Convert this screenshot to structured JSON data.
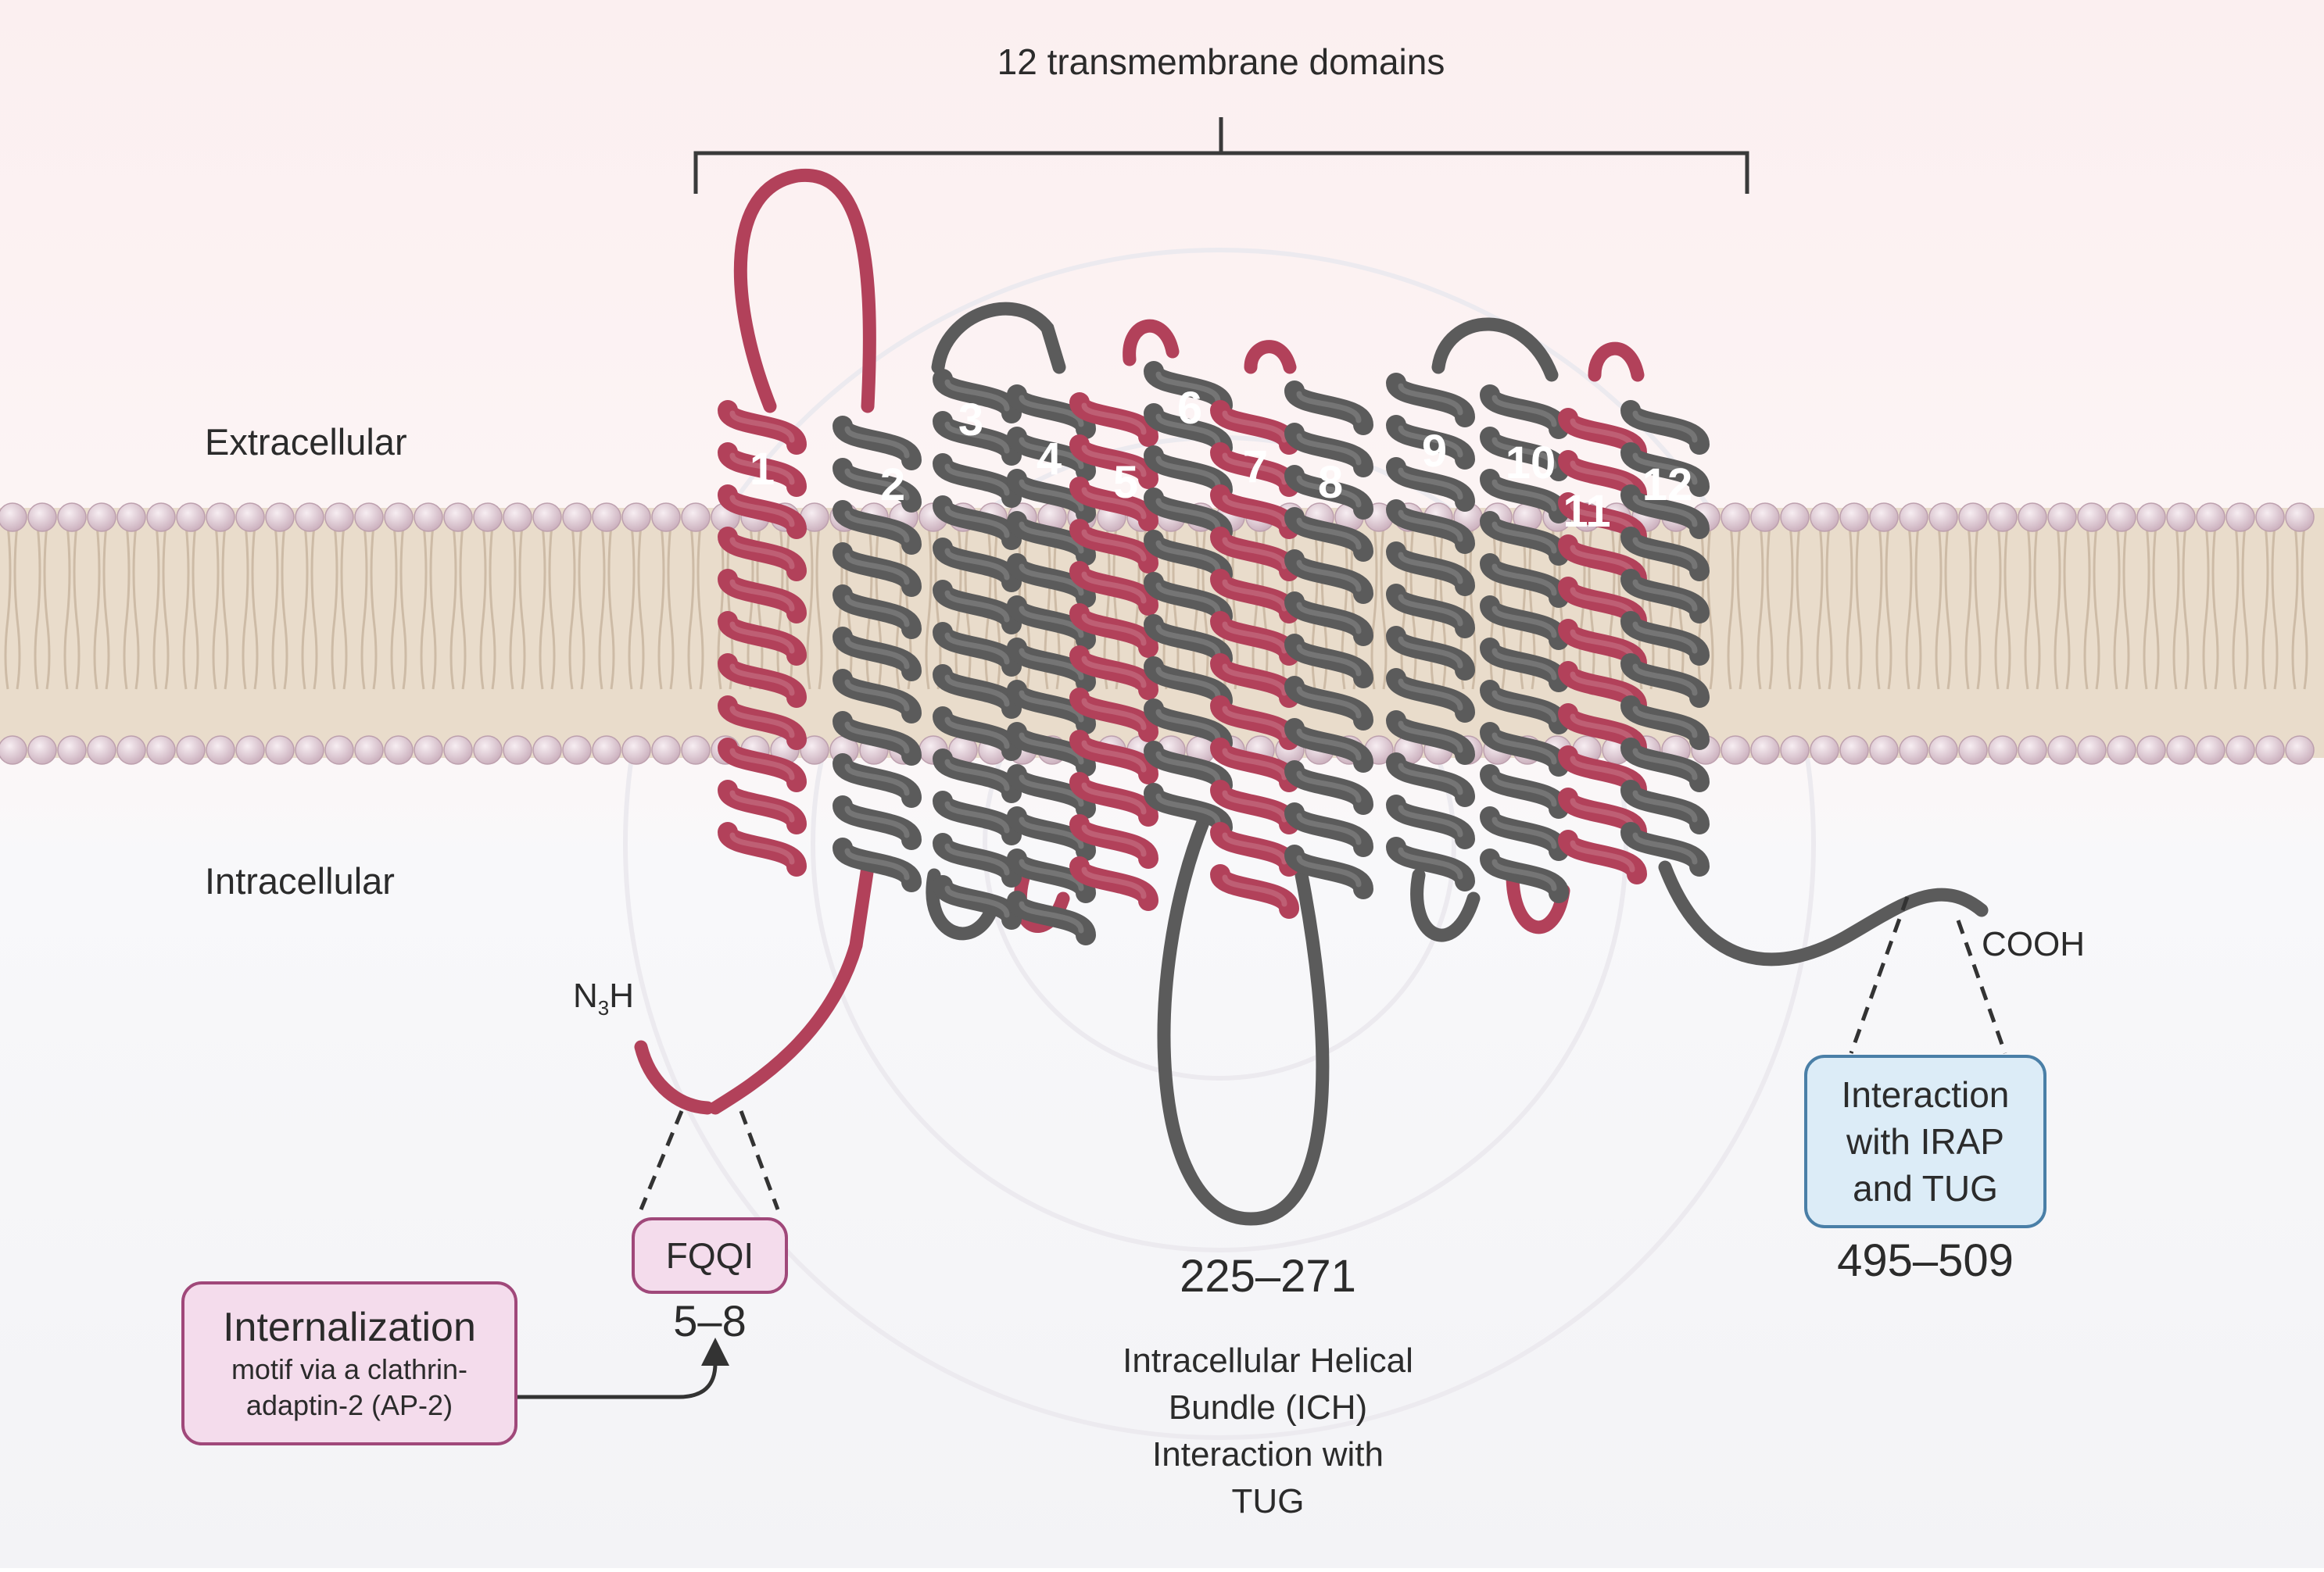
{
  "header": {
    "title": "12 transmembrane domains"
  },
  "regions": {
    "extracellular": "Extracellular",
    "intracellular": "Intracellular"
  },
  "helices": [
    {
      "label": "1",
      "color": "#b2415a"
    },
    {
      "label": "2",
      "color": "#5b5b5b"
    },
    {
      "label": "3",
      "color": "#5b5b5b"
    },
    {
      "label": "4",
      "color": "#5b5b5b"
    },
    {
      "label": "5",
      "color": "#b2415a"
    },
    {
      "label": "6",
      "color": "#5b5b5b"
    },
    {
      "label": "7",
      "color": "#b2415a"
    },
    {
      "label": "8",
      "color": "#5b5b5b"
    },
    {
      "label": "9",
      "color": "#5b5b5b"
    },
    {
      "label": "10",
      "color": "#5b5b5b"
    },
    {
      "label": "11",
      "color": "#b2415a"
    },
    {
      "label": "12",
      "color": "#5b5b5b"
    }
  ],
  "termini": {
    "n_terminus_main": "N",
    "n_terminus_sub": "3",
    "n_terminus_end": "H",
    "c_terminus": "COOH"
  },
  "motifs": {
    "fqqi": {
      "label": "FQQI",
      "range": "5–8"
    },
    "internalization": {
      "title": "Internalization",
      "line1": "motif via a clathrin-",
      "line2": "adaptin-2 (AP-2)"
    },
    "ich": {
      "range": "225–271",
      "line1": "Intracellular Helical",
      "line2": "Bundle (ICH)",
      "line3": "Interaction with",
      "line4": "TUG"
    },
    "irap": {
      "line1": "Interaction",
      "line2": "with IRAP",
      "line3": "and TUG",
      "range": "495–509"
    }
  },
  "colors": {
    "red_helix": "#b2415a",
    "gray_helix": "#5b5b5b",
    "pink_box": "#f4dcec",
    "pink_border": "#a0487a",
    "blue_box": "#dcecf7",
    "blue_border": "#4a7fa7",
    "membrane": "#e9dccb",
    "head": "#e7d5de"
  }
}
